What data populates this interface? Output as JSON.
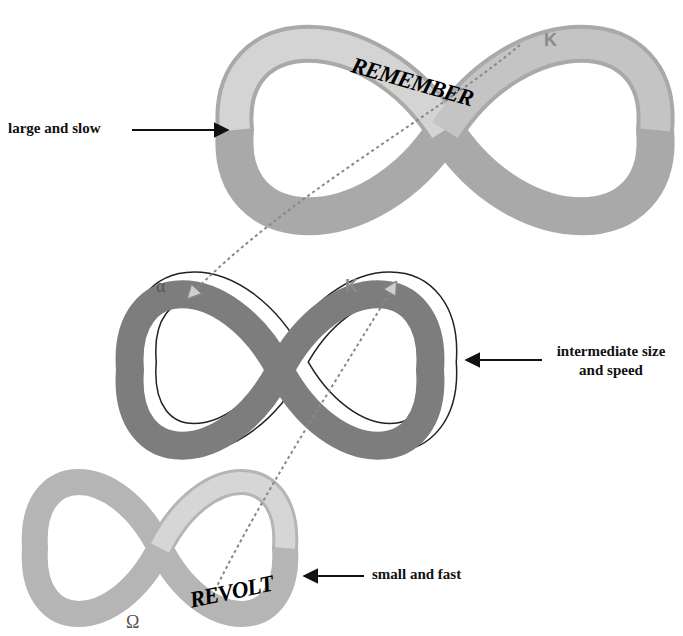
{
  "diagram": {
    "labels": [
      "REMEMBER",
      "K",
      "large and slow",
      "α",
      "K",
      "intermediate size and speed",
      "small and fast",
      "REVOLT",
      "Ω"
    ]
  }
}
